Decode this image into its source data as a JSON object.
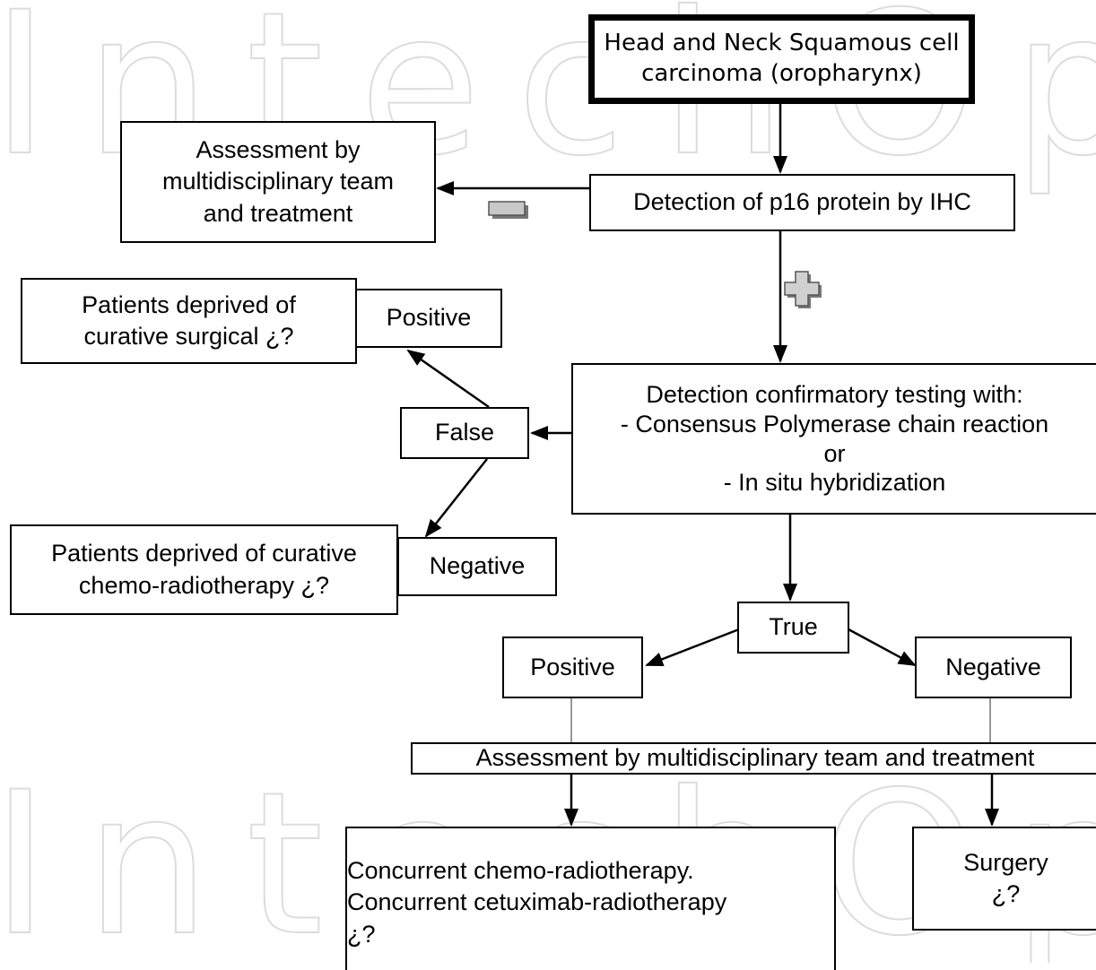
{
  "watermark": {
    "top": "IntechOpen",
    "bottom": "IntechOpen"
  },
  "nodes": {
    "start": {
      "line1": "Head and Neck Squamous cell",
      "line2": "carcinoma (oropharynx)"
    },
    "p16": {
      "text": "Detection of p16 protein by IHC"
    },
    "mdt_neg": {
      "line1": "Assessment by",
      "line2": "multidisciplinary team",
      "line3": "and treatment"
    },
    "confirm": {
      "line1": "Detection confirmatory testing with:",
      "line2": "- Consensus Polymerase chain reaction",
      "line3": "or",
      "line4": "- In situ hybridization"
    },
    "false": {
      "text": "False"
    },
    "false_positive": {
      "text": "Positive"
    },
    "false_negative": {
      "text": "Negative"
    },
    "deprived_surgical": {
      "line1": "Patients deprived of",
      "line2": "curative surgical ¿?"
    },
    "deprived_chemo": {
      "line1": "Patients deprived of curative",
      "line2": "chemo-radiotherapy ¿?"
    },
    "true": {
      "text": "True"
    },
    "true_positive": {
      "text": "Positive"
    },
    "true_negative": {
      "text": "Negative"
    },
    "mdt_final": {
      "text": "Assessment by multidisciplinary team and treatment"
    },
    "chemo": {
      "line1": "Concurrent chemo-radiotherapy.",
      "line2": "Concurrent cetuximab-radiotherapy",
      "line3": "¿?"
    },
    "surgery": {
      "line1": "Surgery",
      "line2": "¿?"
    }
  },
  "symbols": {
    "negative": "minus-sign",
    "positive": "plus-sign"
  }
}
